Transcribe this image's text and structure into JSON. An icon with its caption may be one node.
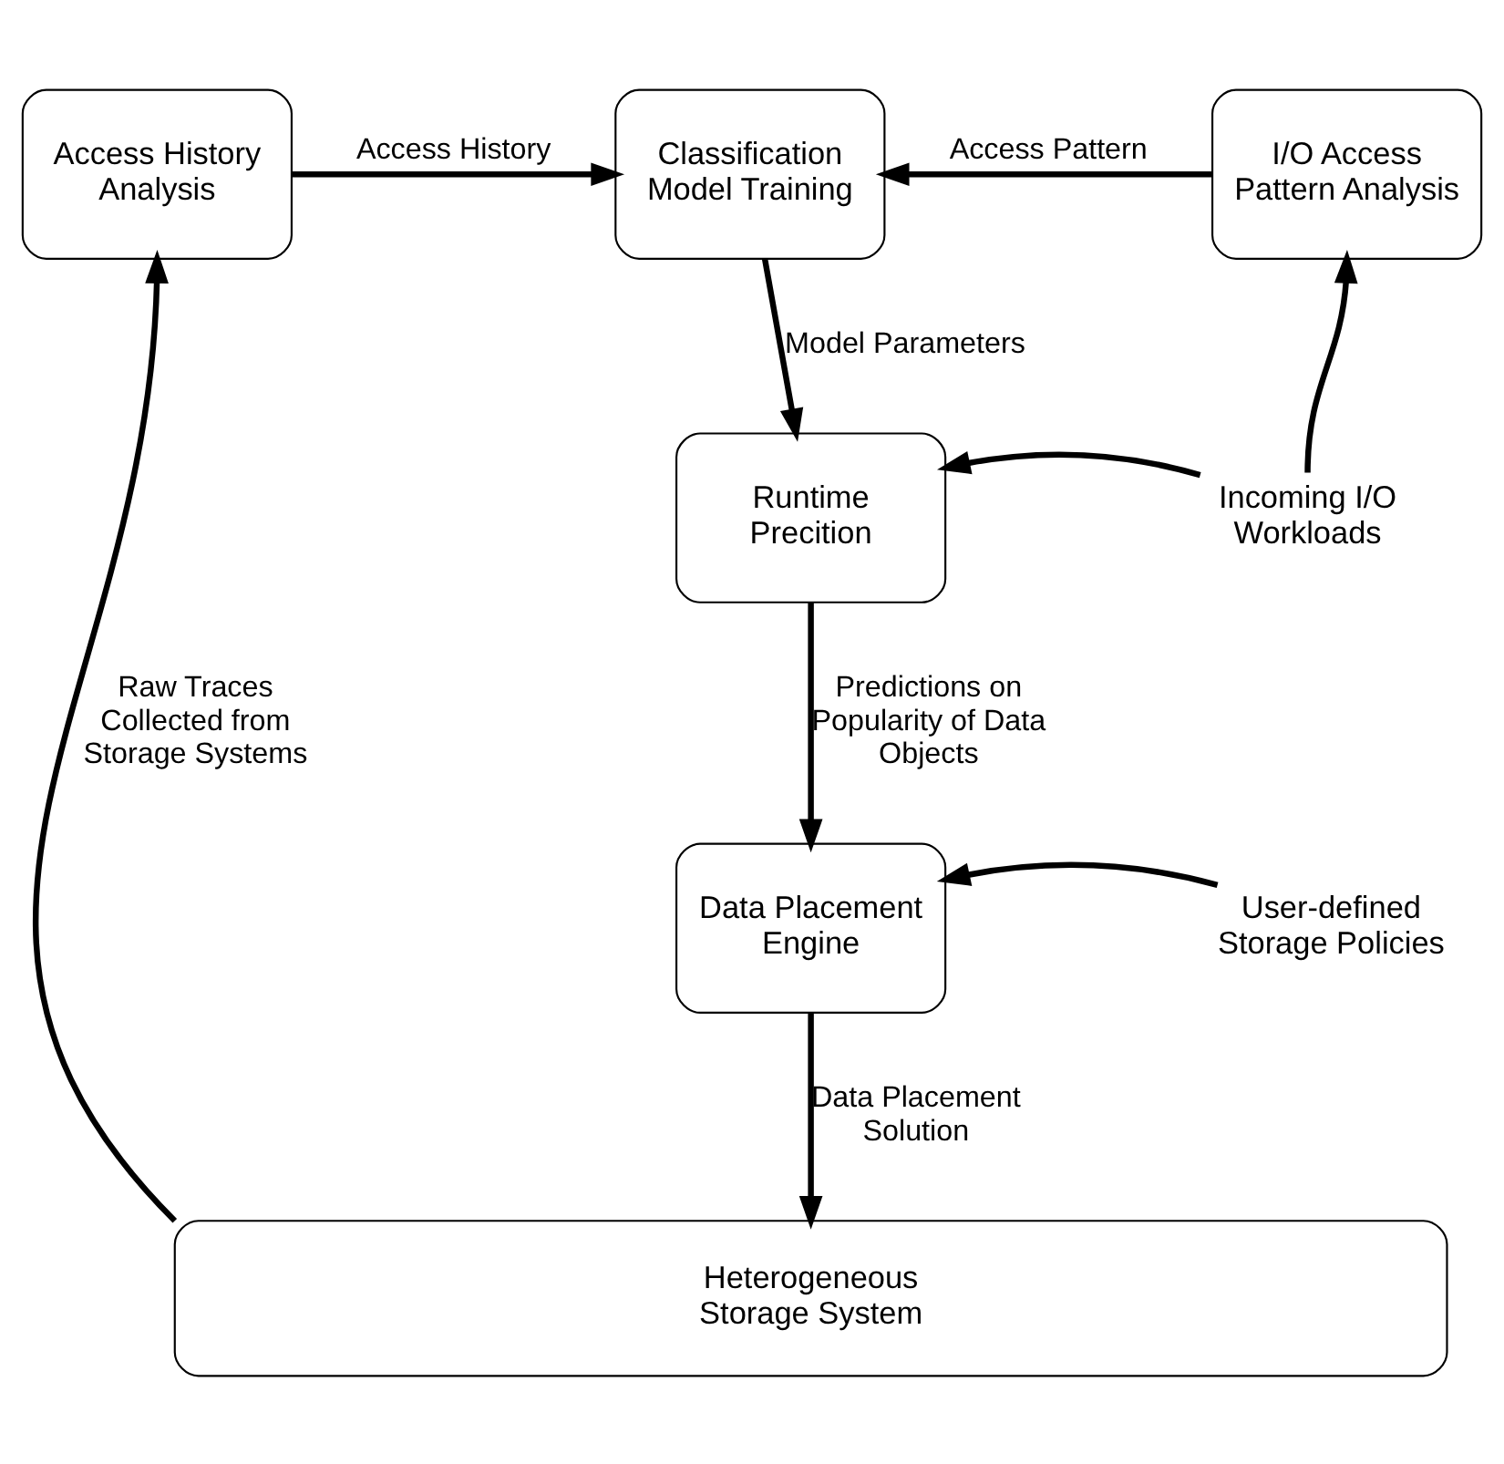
{
  "diagram": {
    "nodes": [
      {
        "text": [
          "Access History Analysis"
        ]
      },
      {
        "text": [
          "Classification Model Training"
        ]
      },
      {
        "text": [
          "I/O Access Pattern Analysis"
        ]
      },
      {
        "text": [
          "Runtime Precition"
        ]
      },
      {
        "text": [
          "Incoming I/O Workloads"
        ]
      },
      {
        "text": [
          "Data Placement Engine"
        ]
      },
      {
        "text": [
          "User-defined Storage Policies"
        ]
      },
      {
        "text": [
          "Heterogeneous Storage System"
        ]
      }
    ],
    "edges": [
      {
        "from": 0,
        "to": 1,
        "arrow": "to",
        "label": "Access History"
      },
      {
        "from": 2,
        "to": 1,
        "arrow": "to",
        "label": "Access Pattern"
      },
      {
        "from": 1,
        "to": 3,
        "arrow": "to",
        "label": "Model Parameters"
      },
      {
        "from": 4,
        "to": 2,
        "arrow": "to"
      },
      {
        "from": 4,
        "to": 3,
        "arrow": "to"
      },
      {
        "from": 3,
        "to": 5,
        "arrow": "to",
        "label": "Predictions on Popularity of Data Objects"
      },
      {
        "from": 6,
        "to": 5,
        "arrow": "to"
      },
      {
        "from": 5,
        "to": 7,
        "arrow": "to",
        "label": "Data Placement Solution"
      },
      {
        "from": 7,
        "to": 0,
        "arrow": "to",
        "label": "Raw Traces Collected from Storage Systems"
      }
    ]
  }
}
